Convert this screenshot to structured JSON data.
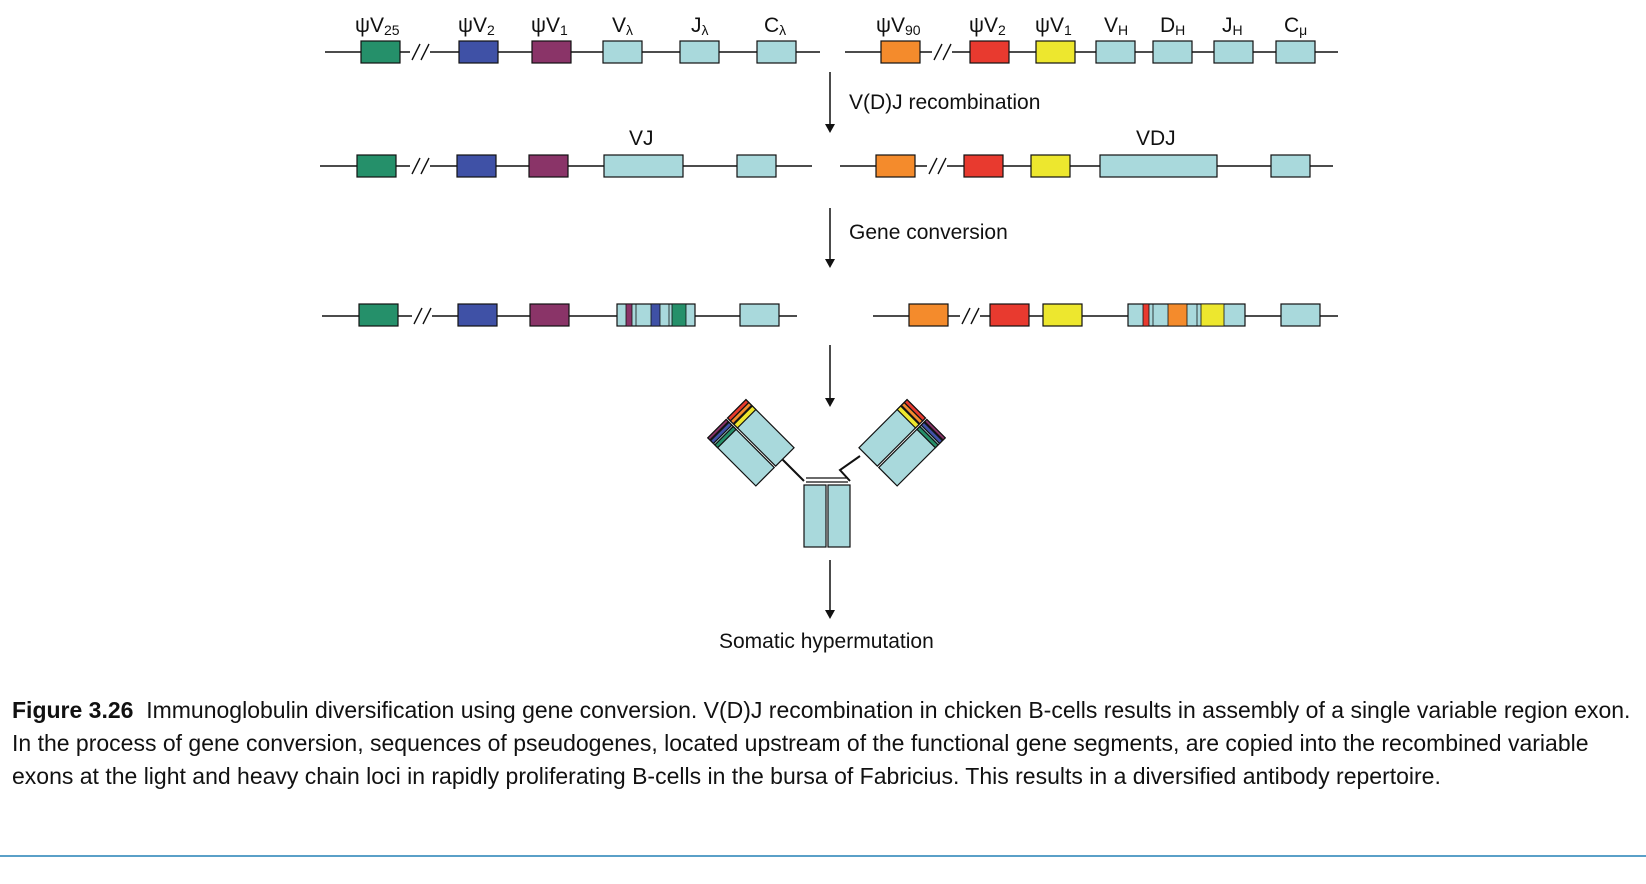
{
  "colors": {
    "light_blue": "#a9d9dc",
    "green": "#25906a",
    "blue": "#3f51a6",
    "purple": "#8a3468",
    "orange": "#f48b2c",
    "red": "#e83a2f",
    "yellow": "#ede72e",
    "line": "#111111",
    "rule": "#5aa0c8"
  },
  "light_chain": {
    "labels": {
      "psiV25": {
        "main": "ψV",
        "sub": "25"
      },
      "psiV2": {
        "main": "ψV",
        "sub": "2"
      },
      "psiV1": {
        "main": "ψV",
        "sub": "1"
      },
      "V": {
        "main": "V",
        "sub": "λ"
      },
      "J": {
        "main": "J",
        "sub": "λ"
      },
      "C": {
        "main": "C",
        "sub": "λ"
      }
    },
    "recombined_label": "VJ"
  },
  "heavy_chain": {
    "labels": {
      "psiV90": {
        "main": "ψV",
        "sub": "90"
      },
      "psiV2": {
        "main": "ψV",
        "sub": "2"
      },
      "psiV1": {
        "main": "ψV",
        "sub": "1"
      },
      "V": {
        "main": "V",
        "sub": "H"
      },
      "D": {
        "main": "D",
        "sub": "H"
      },
      "J": {
        "main": "J",
        "sub": "H"
      },
      "C": {
        "main": "C",
        "sub": "μ"
      }
    },
    "recombined_label": "VDJ"
  },
  "steps": {
    "step1": "V(D)J recombination",
    "step2": "Gene conversion",
    "step3": "Somatic hypermutation"
  },
  "caption": {
    "label": "Figure 3.26",
    "text": "Immunoglobulin diversification using gene conversion. V(D)J recombination in chicken B-cells results in assembly of a single variable region exon. In the process of gene conversion, sequences of pseudogenes, located upstream of the functional gene segments, are copied into the recombined variable exons at the light and heavy chain loci in rapidly proliferating B-cells in the bursa of Fabricius. This results in a diversified antibody repertoire."
  }
}
